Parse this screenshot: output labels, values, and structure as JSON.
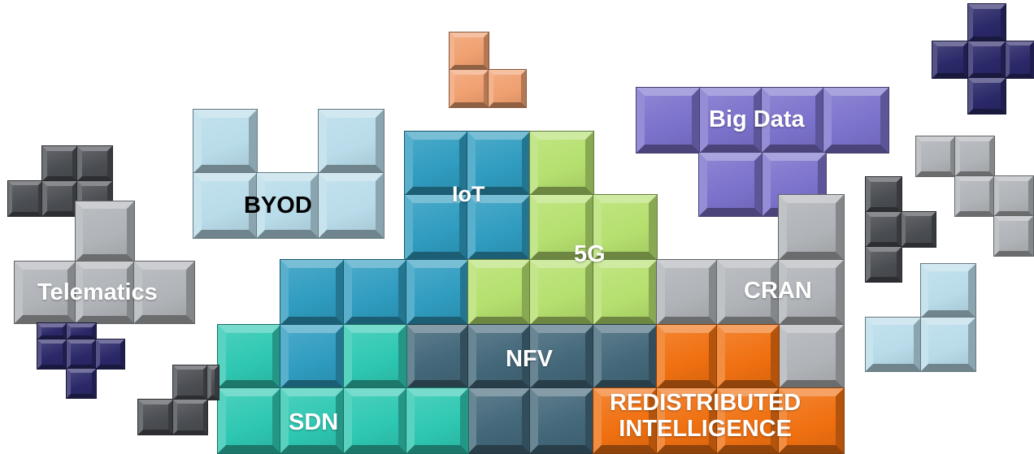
{
  "labels": {
    "byod": "BYOD",
    "iot": "IoT",
    "big_data": "Big Data",
    "five_g": "5G",
    "telematics": "Telematics",
    "cran": "CRAN",
    "nfv": "NFV",
    "sdn": "SDN",
    "redistributed_line1": "REDISTRIBUTED",
    "redistributed_line2": "INTELLIGENCE"
  },
  "colors": {
    "light_blue": "#b9dcea",
    "teal_blue": "#2f9cc0",
    "lime": "#b5e06e",
    "purple": "#7b72cc",
    "gray": "#b0b4b8",
    "dark_gray": "#4a4d52",
    "navy": "#2a2868",
    "orange_peach": "#f0a070",
    "dark_teal": "#43687a",
    "turquoise": "#2ec8b2",
    "orange": "#f07010",
    "label_dark": "#000000",
    "label_light": "#ffffff"
  }
}
